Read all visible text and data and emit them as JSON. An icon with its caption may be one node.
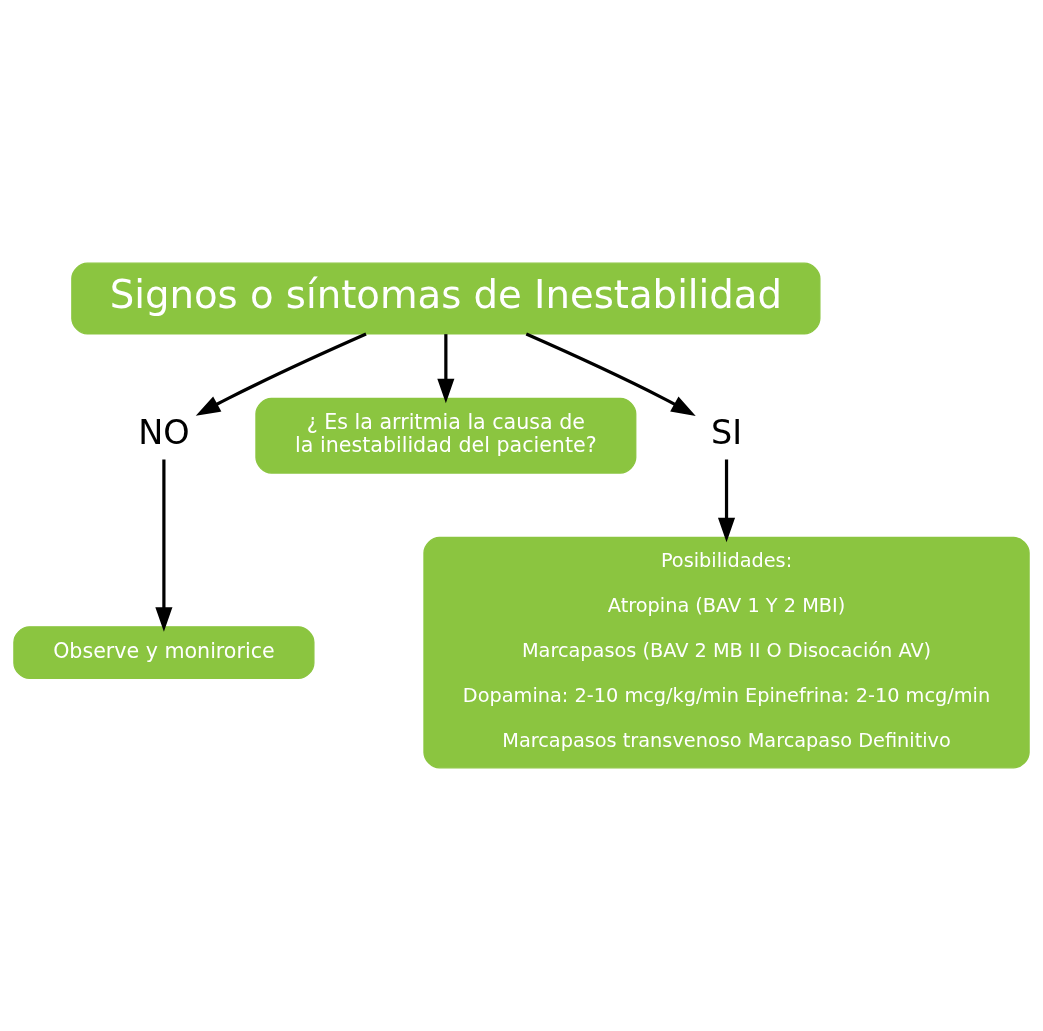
{
  "diagram": {
    "nodes": [
      {
        "text": [
          "Signos o síntomas de Inestabilidad"
        ]
      },
      {
        "text": [
          "NO"
        ]
      },
      {
        "text": [
          "¿ Es la arritmia la causa de la inestabilidad del paciente?"
        ]
      },
      {
        "text": [
          "SI"
        ]
      },
      {
        "text": [
          "Observe y monirorice"
        ]
      },
      {
        "text": [
          "Posibilidades:",
          "Atropina (BAV 1 Y 2 MBI)",
          "Marcapasos (BAV 2 MB II O Disocación AV)",
          "Dopamina: 2-10 mcg/kg/min Epinefrina: 2-10 mcg/min",
          "Marcapasos transvenoso Marcapaso Definitivo"
        ]
      }
    ],
    "edges": [
      {
        "from": 0,
        "to": 1,
        "arrow": "to"
      },
      {
        "from": 0,
        "to": 2,
        "arrow": "to"
      },
      {
        "from": 0,
        "to": 3,
        "arrow": "to"
      },
      {
        "from": 1,
        "to": 4,
        "arrow": "to"
      },
      {
        "from": 3,
        "to": 5,
        "arrow": "to"
      }
    ]
  }
}
